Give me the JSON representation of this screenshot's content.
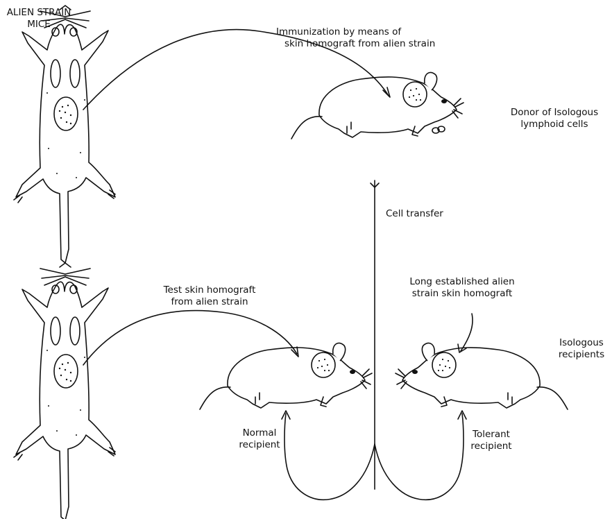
{
  "labels": {
    "alien_strain": "ALIEN STRAIN",
    "mice": "MICE",
    "immunization_line1": "Immunization by means of",
    "immunization_line2": "skin homograft from alien strain",
    "donor_line1": "Donor of Isologous",
    "donor_line2": "lymphoid cells",
    "cell_transfer": "Cell transfer",
    "test_graft_line1": "Test skin homograft",
    "test_graft_line2": "from alien strain",
    "long_established_line1": "Long established alien",
    "long_established_line2": "strain skin homograft",
    "isologous_line1": "Isologous",
    "isologous_line2": "recipients",
    "normal_line1": "Normal",
    "normal_line2": "recipient",
    "tolerant_line1": "Tolerant",
    "tolerant_line2": "recipient"
  }
}
